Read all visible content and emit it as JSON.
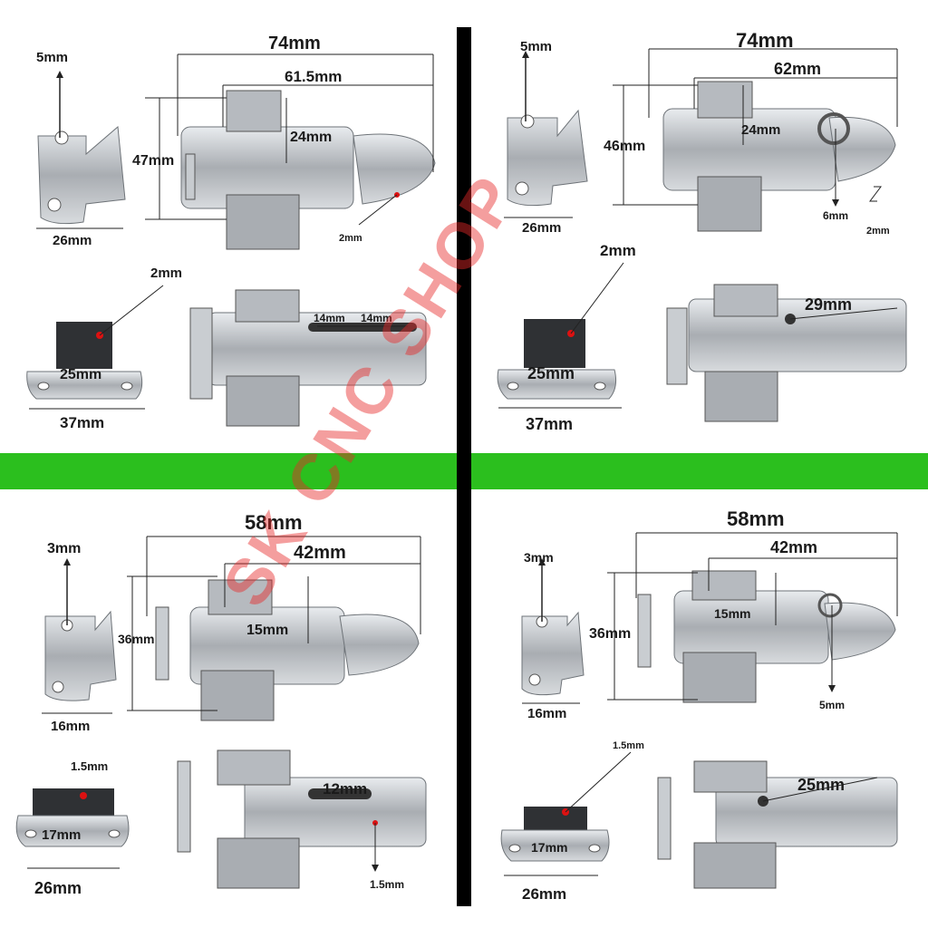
{
  "watermark": "SK CNC SHOP",
  "colors": {
    "green_bar": "#2bbf1e",
    "divider": "#000000",
    "watermark": "#e62828"
  },
  "panels": [
    {
      "top": "74mm",
      "inner": "61.5mm",
      "height": "47mm",
      "spring": "24mm",
      "thick": "2mm",
      "hook_hole": "5mm",
      "hook_w": "26mm",
      "plate_thick": "2mm",
      "plate_inner": "25mm",
      "plate_w": "37mm",
      "slot_a": "14mm",
      "slot_b": "14mm"
    },
    {
      "top": "74mm",
      "inner": "62mm",
      "height": "46mm",
      "spring": "24mm",
      "lock_hole": "6mm",
      "thick": "2mm",
      "hook_hole": "5mm",
      "hook_w": "26mm",
      "plate_thick": "2mm",
      "plate_inner": "25mm",
      "plate_w": "37mm",
      "slot": "29mm"
    },
    {
      "top": "58mm",
      "inner": "42mm",
      "height": "36mm",
      "spring": "15mm",
      "hook_hole": "3mm",
      "hook_w": "16mm",
      "plate_thick": "1.5mm",
      "plate_inner": "17mm",
      "plate_w": "26mm",
      "slot": "12mm",
      "thick": "1.5mm"
    },
    {
      "top": "58mm",
      "inner": "42mm",
      "height": "36mm",
      "spring": "15mm",
      "lock_hole": "5mm",
      "hook_hole": "3mm",
      "hook_w": "16mm",
      "plate_thick": "1.5mm",
      "plate_inner": "17mm",
      "plate_w": "26mm",
      "slot": "25mm"
    }
  ]
}
